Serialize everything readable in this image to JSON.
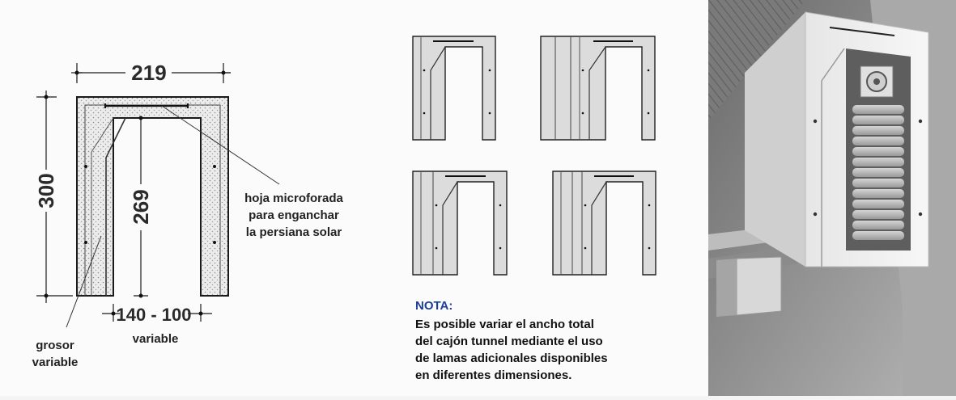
{
  "dimensions": {
    "width": "219",
    "height": "300",
    "inner_height": "269",
    "opening": "140 - 100"
  },
  "labels": {
    "mesh_line1": "hoja microforada",
    "mesh_line2": "para enganchar",
    "mesh_line3": "la persiana solar",
    "opening_note": "variable",
    "thickness_line1": "grosor",
    "thickness_line2": "variable"
  },
  "note": {
    "title": "NOTA:",
    "lines": [
      "Es posible variar el ancho total",
      "del cajón tunnel mediante el uso",
      "de lamas adicionales disponibles",
      "en diferentes dimensiones."
    ]
  },
  "colors": {
    "panel_fill": "#dcdcdc",
    "insulation_fill": "#ebebeb",
    "line": "#1a1a1a",
    "note_title": "#1b3d9a"
  },
  "photo": {
    "subject": "rendered-tunnel-box-with-slats"
  }
}
